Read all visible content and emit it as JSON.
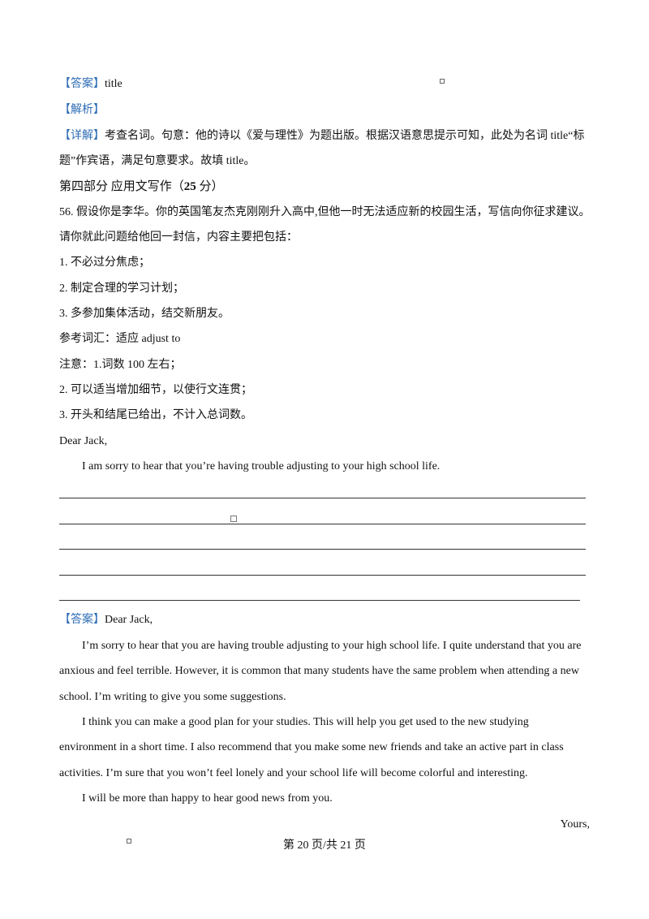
{
  "answer1": {
    "tag": "【答案】",
    "text": "title"
  },
  "analysis_tag": "【解析】",
  "detail": {
    "tag": "【详解】",
    "line1": "考查名词。句意：他的诗以《爱与理性》为题出版。根据汉语意思提示可知，此处为名词  title“标",
    "line2": "题”作宾语，满足句意要求。故填  title。"
  },
  "section": {
    "label": "第四部分   应用文写作（",
    "score": "25",
    "suffix": "  分）"
  },
  "question": {
    "line1": "56. 假设你是李华。你的英国笔友杰克刚刚升入高中,但他一时无法适应新的校园生活，写信向你征求建议。",
    "line2": "请你就此问题给他回一封信，内容主要把包括：",
    "points": [
      "1. 不必过分焦虑；",
      "2. 制定合理的学习计划；",
      "3. 多参加集体活动，结交新朋友。"
    ],
    "vocab": "参考词汇：适应    adjust to",
    "notes": [
      "注意：1.词数    100  左右；",
      "2. 可以适当增加细节，以使行文连贯；",
      "3. 开头和结尾已给出，不计入总词数。"
    ]
  },
  "prompt_letter": {
    "greeting": "Dear Jack,",
    "opening": "I am sorry to hear that you’re having trouble adjusting to your high school life."
  },
  "answer2": {
    "tag": "【答案】",
    "greeting": "Dear Jack,",
    "lines": [
      "I’m sorry to hear that you are having trouble adjusting to your high school life. I quite understand that you are",
      "anxious and feel terrible. However, it is common that many students have the same problem when attending a new",
      "school. I’m writing to give you some suggestions.",
      "I think you can make a good plan for your studies. This will help you get used to the new studying",
      "environment in a short time. I also recommend that you make some new friends and take an active part in class",
      "activities. I’m sure that you won’t feel lonely and your school life will become colorful and interesting.",
      "I will be more than happy to hear good news from you."
    ],
    "closing": "Yours,"
  },
  "footer": "第  20 页/共  21 页"
}
